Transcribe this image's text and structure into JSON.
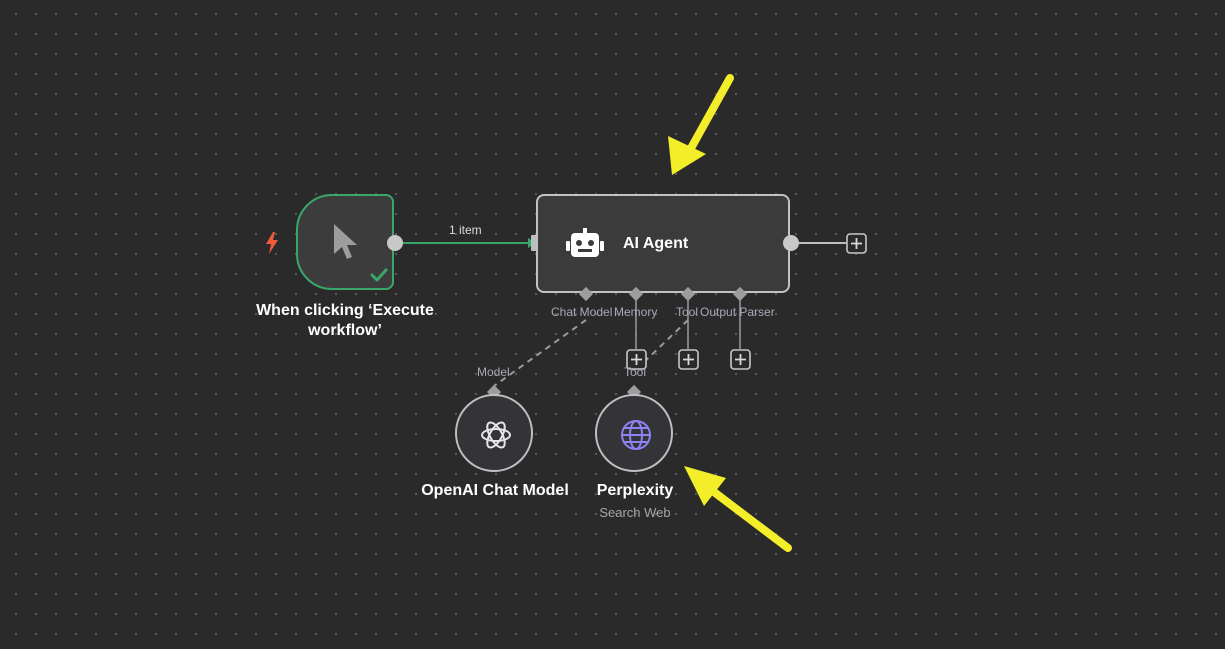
{
  "canvas": {
    "background": "#2a2a2a",
    "dot_color": "#5a5a5a"
  },
  "colors": {
    "success": "#3aa66a",
    "trigger_bolt": "#f05a3c",
    "arrow": "#f4ee2a",
    "perplexity_globe": "#8f82f5"
  },
  "nodes": {
    "trigger": {
      "title_line1": "When clicking ‘Execute",
      "title_line2": "workflow’",
      "icon": "pointer-cursor-icon",
      "status_icon": "checkmark-icon",
      "trigger_icon": "lightning-bolt-icon"
    },
    "agent": {
      "title": "AI Agent",
      "icon": "robot-icon",
      "ports": {
        "chat_model": "Chat Model",
        "memory": "Memory",
        "tool": "Tool",
        "output_parser": "Output Parser"
      }
    },
    "openai": {
      "title": "OpenAI Chat Model",
      "port_label": "Model",
      "icon": "openai-logo-icon"
    },
    "perplexity": {
      "title": "Perplexity",
      "subtitle": "Search Web",
      "port_label": "Tool",
      "icon": "globe-icon"
    }
  },
  "connections": {
    "trigger_to_agent_label": "1 item"
  },
  "annotations": [
    "yellow-arrow-to-agent",
    "yellow-arrow-to-perplexity"
  ]
}
